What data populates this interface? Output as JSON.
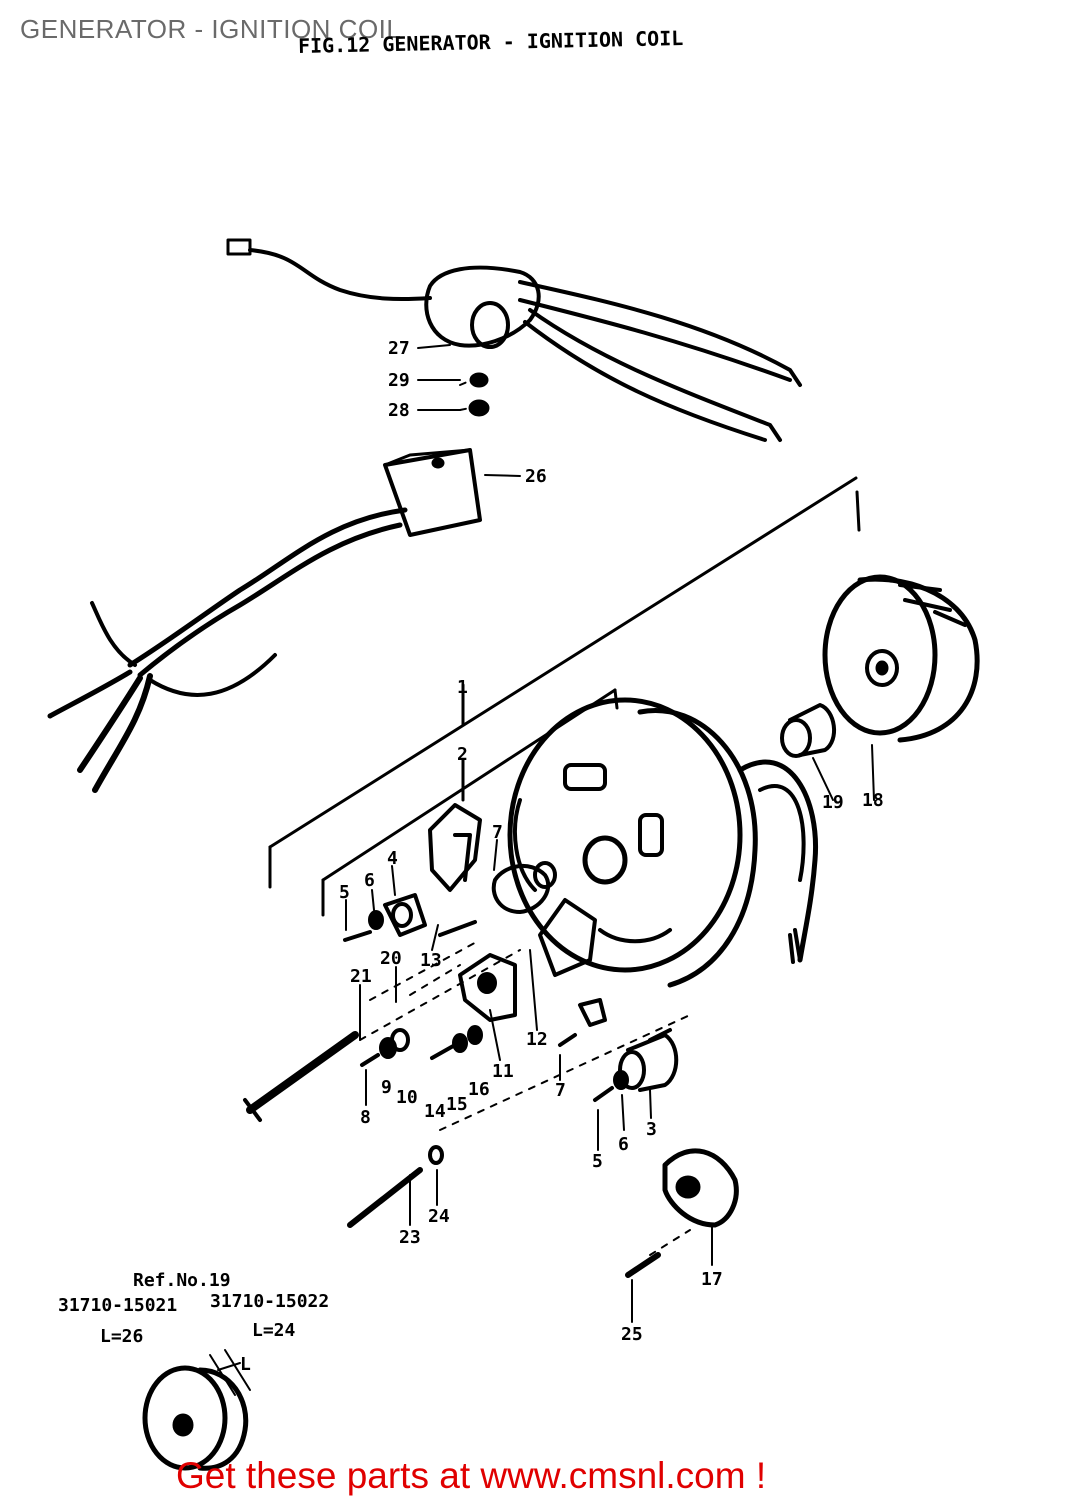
{
  "header": {
    "title": "GENERATOR - IGNITION COIL"
  },
  "figure": {
    "title": "FIG.12  GENERATOR - IGNITION COIL"
  },
  "callouts": [
    "27",
    "29",
    "28",
    "26",
    "1",
    "2",
    "19",
    "18",
    "7",
    "4",
    "6",
    "5",
    "13",
    "20",
    "21",
    "12",
    "11",
    "10",
    "9",
    "8",
    "14",
    "15",
    "16",
    "7",
    "6",
    "5",
    "3",
    "24",
    "23",
    "17",
    "25",
    "L"
  ],
  "reference_note": {
    "ref_label": "Ref.No.19",
    "part_a": "31710-15021",
    "part_b": "31710-15022",
    "length_a": "L=26",
    "length_b": "L=24"
  },
  "footer": {
    "text": "Get these parts at www.cmsnl.com !"
  },
  "colors": {
    "footer": "#e00000",
    "header": "#6a6a6a",
    "line": "#000000"
  }
}
